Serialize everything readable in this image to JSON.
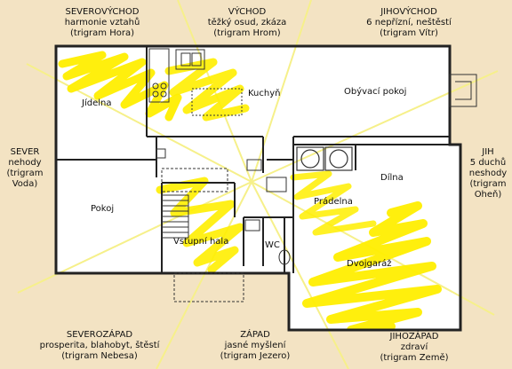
{
  "directions": {
    "severovychod": {
      "name": "SEVEROVÝCHOD",
      "desc": "harmonie vztahů",
      "trigram": "(trigram Hora)"
    },
    "vychod": {
      "name": "VÝCHOD",
      "desc": "těžký osud, zkáza",
      "trigram": "(trigram Hrom)"
    },
    "jihovychod": {
      "name": "JIHOVÝCHOD",
      "desc": "6 nepřízní, neštěstí",
      "trigram": "(trigram Vítr)"
    },
    "sever": {
      "name": "SEVER",
      "l1": "nehody",
      "l2": "(trigram",
      "l3": "Voda)"
    },
    "jih": {
      "name": "JIH",
      "l1": "5 duchů",
      "l2": "neshody",
      "l3": "(trigram",
      "l4": "Oheň)"
    },
    "severozapad": {
      "name": "SEVEROZÁPAD",
      "desc": "prosperita, blahobyt, štěstí",
      "trigram": "(trigram Nebesa)"
    },
    "zapad": {
      "name": "ZÁPAD",
      "desc": "jasné myšlení",
      "trigram": "(trigram Jezero)"
    },
    "jihozapad": {
      "name": "JIHOZÁPAD",
      "desc": "zdraví",
      "trigram": "(trigram Země)"
    }
  },
  "rooms": {
    "jidelna": "Jídelna",
    "kuchyn": "Kuchyň",
    "obyvaci_pokoj": "Obývací pokoj",
    "dilna": "Dílna",
    "pradelna": "Prádelna",
    "pokoj": "Pokoj",
    "vstupni_hala": "Vstupní hala",
    "wc": "WC",
    "dvojgaraz": "Dvojgaráž"
  },
  "colors": {
    "background": "#f3e3c3",
    "floor": "#ffffff",
    "walls": "#222222",
    "highlight": "#ffee00",
    "rays": "#f6f08a"
  }
}
